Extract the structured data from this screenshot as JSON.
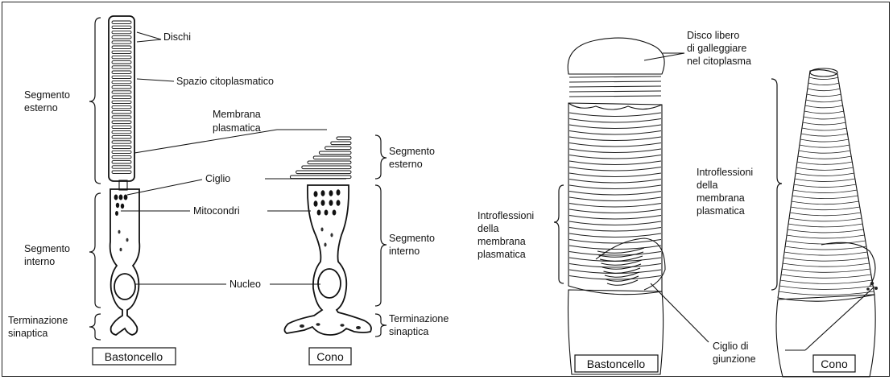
{
  "left_labels": {
    "dischi": "Dischi",
    "spazio": "Spazio citoplasmatico",
    "membrana_1": "Membrana",
    "membrana_2": "plasmatica",
    "ciglio": "Ciglio",
    "mitocondri": "Mitocondri",
    "nucleo": "Nucleo",
    "seg_esterno_l_1": "Segmento",
    "seg_esterno_l_2": "esterno",
    "seg_interno_l_1": "Segmento",
    "seg_interno_l_2": "interno",
    "term_l_1": "Terminazione",
    "term_l_2": "sinaptica",
    "seg_esterno_r_1": "Segmento",
    "seg_esterno_r_2": "esterno",
    "seg_interno_r_1": "Segmento",
    "seg_interno_r_2": "interno",
    "term_r_1": "Terminazione",
    "term_r_2": "sinaptica"
  },
  "right_labels": {
    "disco_1": "Disco libero",
    "disco_2": "di galleggiare",
    "disco_3": "nel citoplasma",
    "intro_left_1": "Introflessioni",
    "intro_left_2": "della",
    "intro_left_3": "membrana",
    "intro_left_4": "plasmatica",
    "intro_right_1": "Introflessioni",
    "intro_right_2": "della",
    "intro_right_3": "membrana",
    "intro_right_4": "plasmatica",
    "ciglio_giunz_1": "Ciglio di",
    "ciglio_giunz_2": "giunzione"
  },
  "captions": {
    "bastoncello_left": "Bastoncello",
    "cono_left": "Cono",
    "bastoncello_right": "Bastoncello",
    "cono_right": "Cono"
  }
}
